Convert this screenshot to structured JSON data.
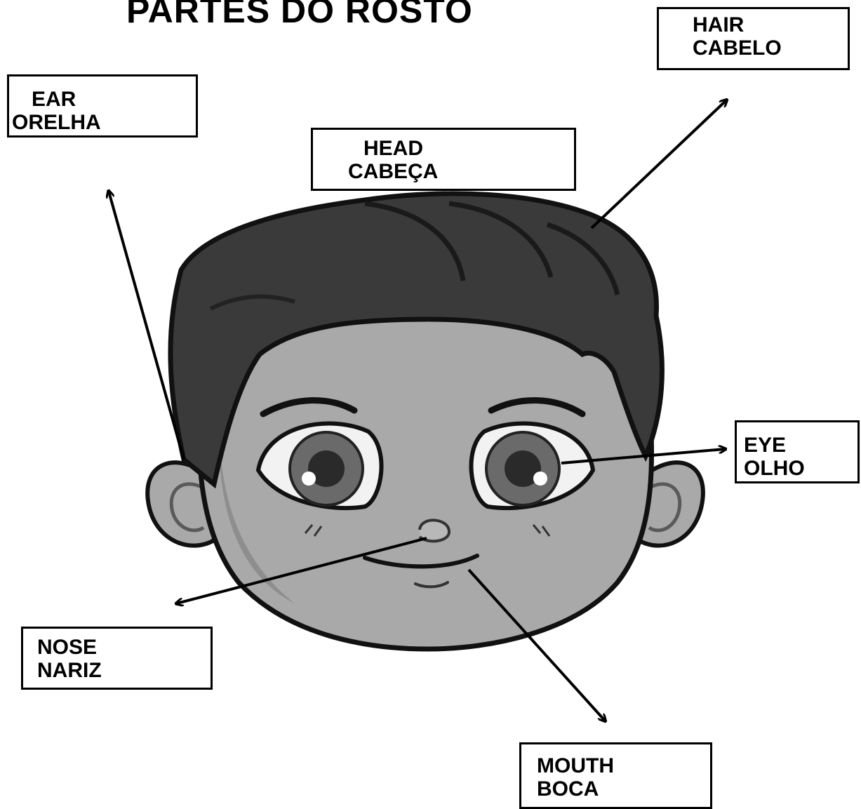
{
  "title": "PARTES DO ROSTO",
  "labels": {
    "hair": {
      "english": "HAIR",
      "portuguese": "CABELO"
    },
    "ear": {
      "english": "EAR",
      "portuguese": "ORELHA"
    },
    "head": {
      "english": "HEAD",
      "portuguese": "CABEÇA"
    },
    "eye": {
      "english": "EYE",
      "portuguese": "OLHO"
    },
    "nose": {
      "english": "NOSE",
      "portuguese": "NARIZ"
    },
    "mouth": {
      "english": "MOUTH",
      "portuguese": "BOCA"
    }
  },
  "illustration": {
    "subject": "cartoon boy face",
    "colors": {
      "hair": "#3a3a3a",
      "skin": "#a9a9a9",
      "skin_shadow": "#8e8e8e",
      "outline": "#111111",
      "iris": "#6a6a6a",
      "pupil": "#2a2a2a"
    }
  }
}
